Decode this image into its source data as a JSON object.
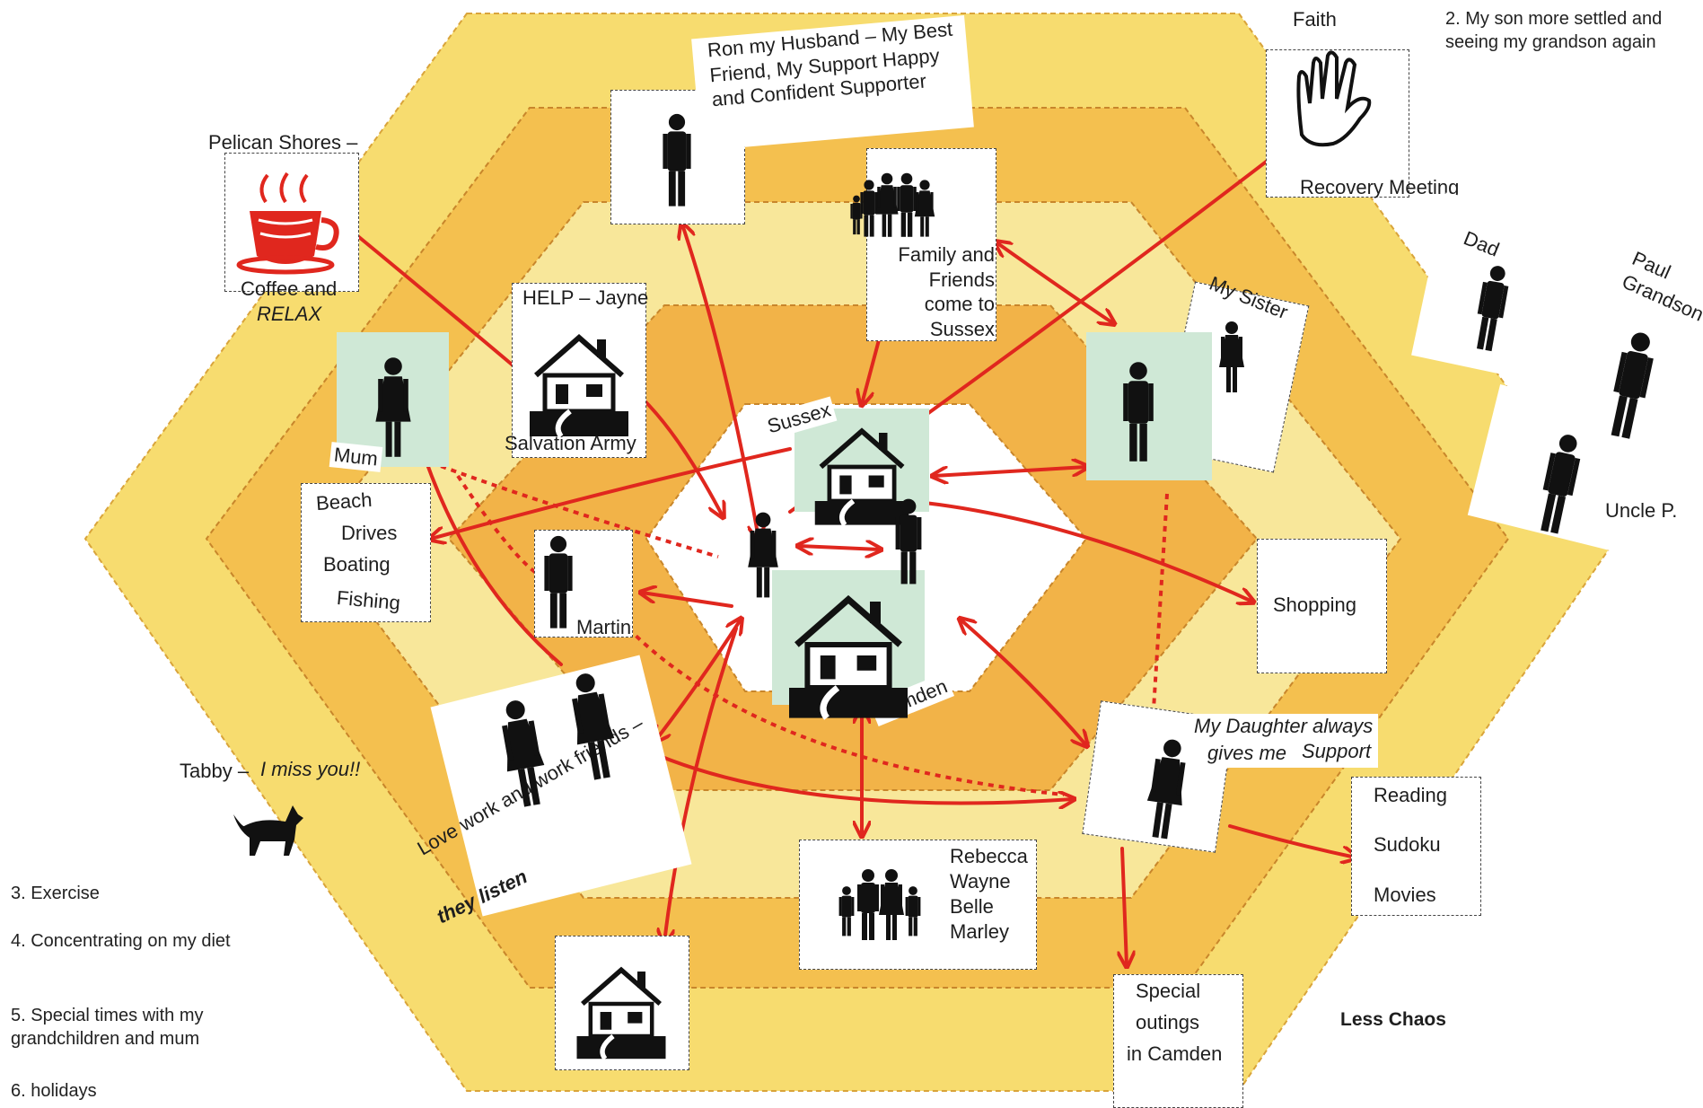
{
  "goals": {
    "item2": "2. My son more settled and seeing my grandson again",
    "item3": "3. Exercise",
    "item4": "4. Concentrating on my diet",
    "item5": "5. Special times with my grandchildren and mum",
    "item6": "6. holidays"
  },
  "labels": {
    "faith": "Faith",
    "recovery_meeting": "Recovery Meeting",
    "ron": "Ron my Husband – My Best Friend, My Support Happy and Confident Supporter",
    "family_friends": "Family and Friends come to Sussex",
    "pelican_shores": "Pelican Shores –",
    "coffee_relax_1": "Coffee and",
    "coffee_relax_2": "RELAX",
    "help_jayne": "HELP – Jayne",
    "salvation_army": "Salvation Army",
    "mum": "Mum",
    "beach": "Beach",
    "drives": "Drives",
    "boating": "Boating",
    "fishing": "Fishing",
    "sussex": "Sussex",
    "camden": "Camden",
    "martin": "Martin",
    "my_sister": "My Sister",
    "dad": "Dad",
    "paul_grandson": "Paul Grandson",
    "uncle_p": "Uncle P.",
    "shopping": "Shopping",
    "my_daughter_1": "My Daughter always",
    "my_daughter_2": "gives me",
    "my_daughter_3": "Support",
    "reading": "Reading",
    "sudoku": "Sudoku",
    "movies": "Movies",
    "tabby_1": "Tabby –",
    "tabby_2": "I miss you!!",
    "work_friends_1": "Love work and work friends –",
    "work_friends_2": "they listen",
    "rebecca": "Rebecca",
    "wayne": "Wayne",
    "belle": "Belle",
    "marley": "Marley",
    "special_outings_1": "Special",
    "special_outings_2": "outings",
    "special_outings_3": "in Camden",
    "less_chaos": "Less Chaos"
  },
  "colors": {
    "outer_ring": "#f7dc6f",
    "ring2": "#f4c04f",
    "ring3": "#f8e79a",
    "ring4": "#f2b348",
    "center": "#ffffff",
    "arrow": "#e0271e",
    "card_green": "#cfe8d6"
  },
  "icons": [
    "person-icon",
    "house-icon",
    "family-icon",
    "hand-icon",
    "coffee-cup-icon",
    "dog-icon"
  ]
}
